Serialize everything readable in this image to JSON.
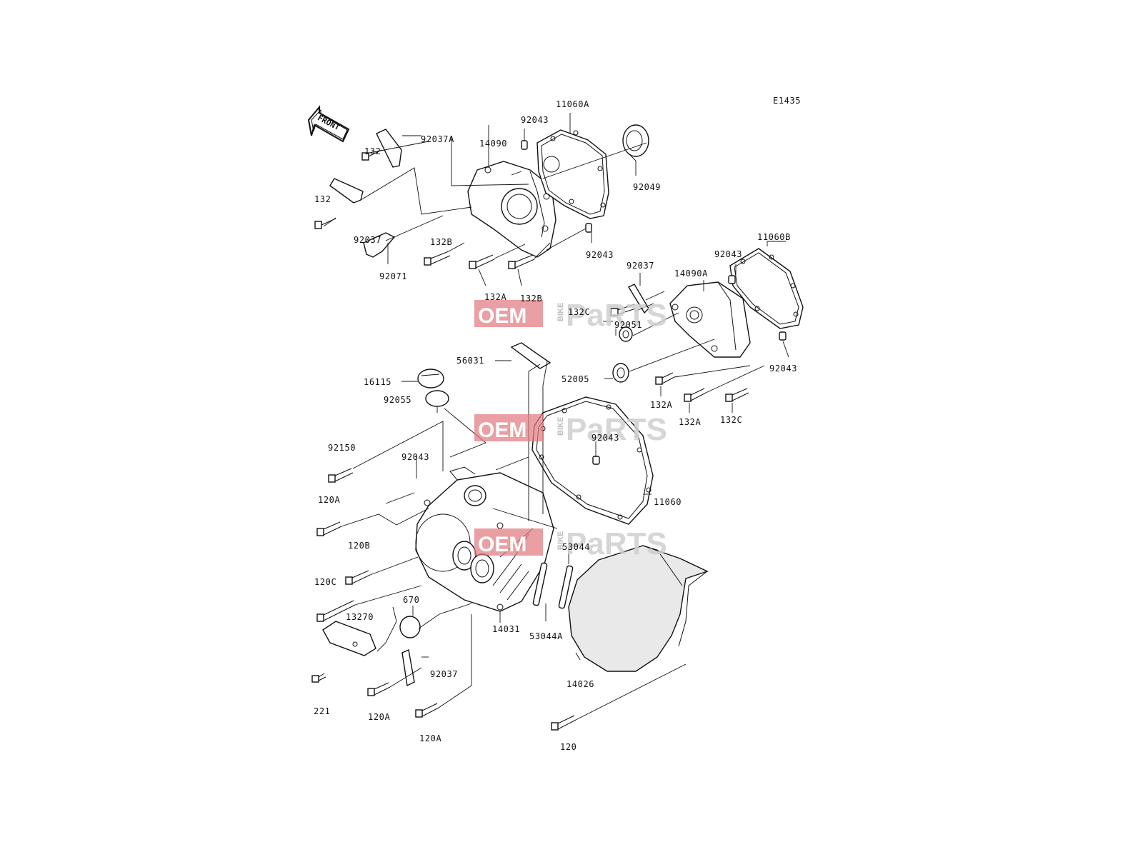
{
  "diagram": {
    "code": "E1435",
    "front_label": "FRONT"
  },
  "watermark": {
    "oem": "OEM",
    "bike": "BIKE",
    "parts": "PaRTS",
    "colors": {
      "red": "#e07a80",
      "gray": "#cfcfcf"
    }
  },
  "labels": {
    "p11060A": "11060A",
    "p92043_a": "92043",
    "p92037A": "92037A",
    "p14090": "14090",
    "p132_a": "132",
    "p132_b": "132",
    "p92049": "92049",
    "p92037_a": "92037",
    "p132B_a": "132B",
    "p92043_b": "92043",
    "p92071": "92071",
    "p132A_a": "132A",
    "p132B_b": "132B",
    "p11060B": "11060B",
    "p92043_c": "92043",
    "p92037_b": "92037",
    "p14090A": "14090A",
    "p132C_a": "132C",
    "p92051": "92051",
    "p92043_d": "92043",
    "p56031": "56031",
    "p52005": "52005",
    "p16115": "16115",
    "p92055": "92055",
    "p132A_b": "132A",
    "p132A_c": "132A",
    "p132C_b": "132C",
    "p92043_e": "92043",
    "p92150": "92150",
    "p92043_f": "92043",
    "p120A_a": "120A",
    "p11060": "11060",
    "p120B": "120B",
    "p53044": "53044",
    "p120C": "120C",
    "p670": "670",
    "p13270": "13270",
    "p14031": "14031",
    "p53044A": "53044A",
    "p92037_c": "92037",
    "p14026": "14026",
    "p221": "221",
    "p120A_b": "120A",
    "p120A_c": "120A",
    "p120": "120"
  }
}
